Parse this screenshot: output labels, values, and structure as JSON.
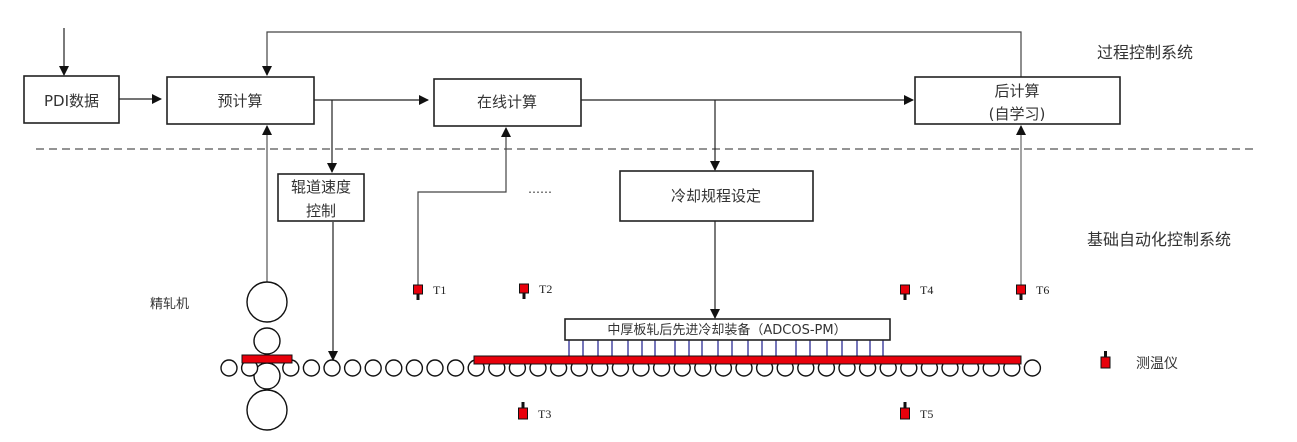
{
  "zones": {
    "process_control": "过程控制系统",
    "basic_automation": "基础自动化控制系统"
  },
  "blocks": {
    "pdi_data": "PDI数据",
    "pre_calc": "预计算",
    "online_calc": "在线计算",
    "post_calc_line1": "后计算",
    "post_calc_line2": "(自学习)",
    "roller_speed_line1": "辊道速度",
    "roller_speed_line2": "控制",
    "cooling_schedule": "冷却规程设定",
    "cooling_device": "中厚板轧后先进冷却装备（ADCOS-PM）"
  },
  "labels": {
    "finishing_mill": "精轧机",
    "ellipsis": "……",
    "legend_thermometer": "测温仪"
  },
  "sensors": [
    "T1",
    "T2",
    "T3",
    "T4",
    "T5",
    "T6"
  ],
  "colors": {
    "plate": "#e8000b",
    "sensor": "#e8000b",
    "nozzle": "#1a1a8c",
    "line": "#222222",
    "dashed_divider": "#555555"
  }
}
